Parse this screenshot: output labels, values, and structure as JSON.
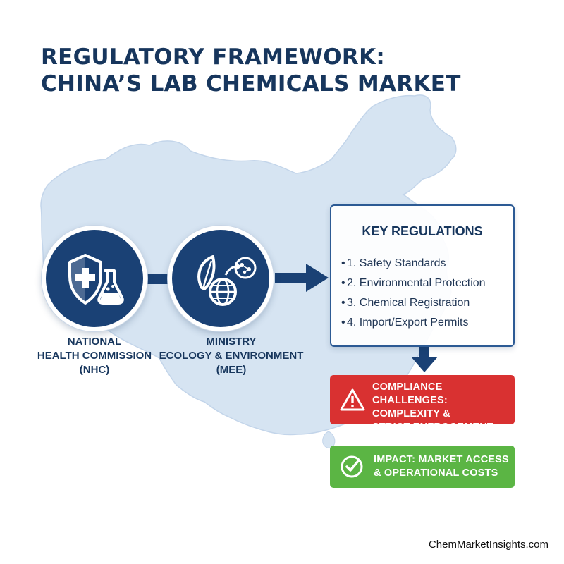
{
  "title": {
    "line1": "REGULATORY FRAMEWORK:",
    "line2": "CHINA’S LAB CHEMICALS MARKET"
  },
  "agencies": [
    {
      "icon": "shield-flask-icon",
      "label_lines": [
        "NATIONAL",
        "HEALTH COMMISSION",
        "(NHC)"
      ]
    },
    {
      "icon": "leaf-globe-molecule-icon",
      "label_lines": [
        "MINISTRY",
        "ECOLOGY & ENVIRONMENT",
        "(MEE)"
      ]
    }
  ],
  "key_regulations": {
    "title": "KEY REGULATIONS",
    "items": [
      "1. Safety Standards",
      "2. Environmental Protection",
      "3. Chemical Registration",
      "4. Import/Export Permits"
    ]
  },
  "compliance": {
    "icon": "warning-icon",
    "lines": [
      "COMPLIANCE CHALLENGES:",
      "COMPLEXITY &",
      "STRICT ENFROCEMENT"
    ]
  },
  "impact": {
    "icon": "check-circle-icon",
    "lines": [
      "IMPACT: MARKET ACCESS",
      "& OPERATIONAL COSTS"
    ]
  },
  "footer": "ChemMarketInsights.com",
  "colors": {
    "navy": "#1a4175",
    "title": "#17365d",
    "map": "#d6e4f2",
    "red": "#d93131",
    "green": "#5bb544"
  }
}
